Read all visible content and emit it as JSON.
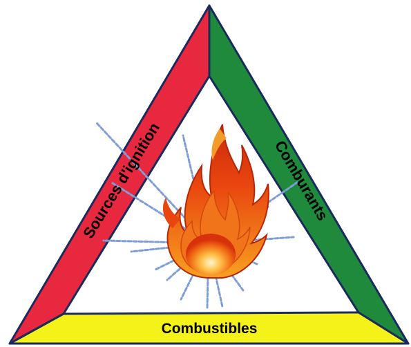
{
  "labels": {
    "left": "Sources d'ignition",
    "right": "Comburants",
    "base": "Combustibles"
  },
  "colors": {
    "left_band": "#e8283f",
    "right_band": "#1f8a3b",
    "base_band": "#f5f21a",
    "outline": "#1a2a5c",
    "ray": "#7f9ed6"
  },
  "icons": {
    "center": "flame-icon"
  }
}
